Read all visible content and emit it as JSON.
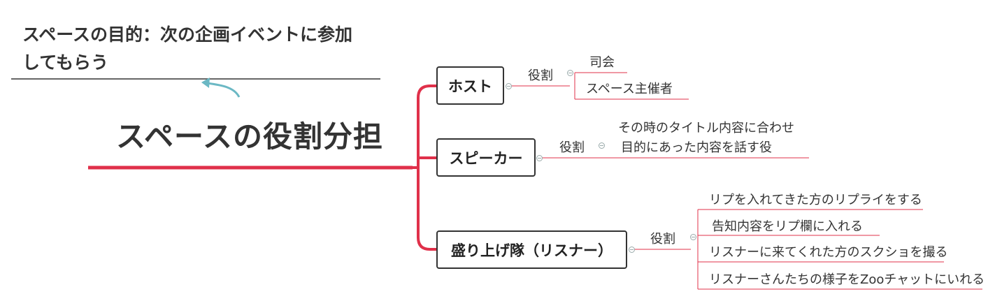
{
  "note": {
    "line1": "スペースの目的：次の企画イベントに参加",
    "line2": "してもらう"
  },
  "central_topic": "スペースの役割分担",
  "branches": [
    {
      "title": "ホスト",
      "relation": "役割",
      "items": [
        "司会",
        "スペース主催者"
      ]
    },
    {
      "title": "スピーカー",
      "relation": "役割",
      "items": [
        "その時のタイトル内容に合わせ",
        "目的にあった内容を話す役"
      ]
    },
    {
      "title": "盛り上げ隊（リスナー）",
      "relation": "役割",
      "items": [
        "リプを入れてきた方のリプライをする",
        "告知内容をリプ欄に入れる",
        "リスナーに来てくれた方のスクショを撮る",
        "リスナーさんたちの様子をZooチャットにいれる"
      ]
    }
  ],
  "colors": {
    "accent": "#e0304a",
    "node_border": "#333333",
    "connector": "#6bb8c4",
    "text": "#333333"
  }
}
